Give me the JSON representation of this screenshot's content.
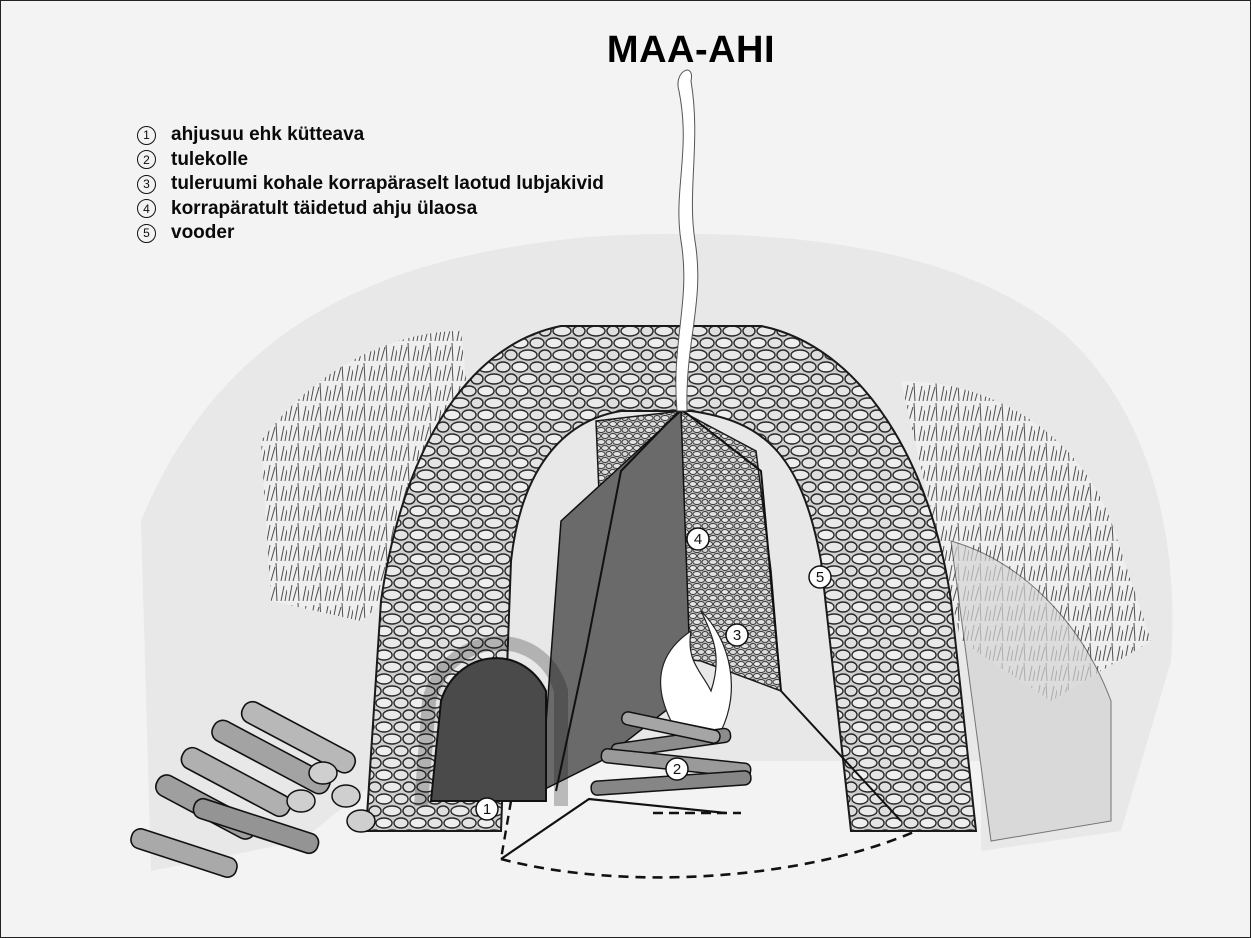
{
  "title": "MAA-AHI",
  "legend": [
    {
      "num": "1",
      "label": "ahjusuu ehk kütteava"
    },
    {
      "num": "2",
      "label": "tulekolle"
    },
    {
      "num": "3",
      "label": "tuleruumi kohale korrapäraselt laotud lubjakivid"
    },
    {
      "num": "4",
      "label": "korrapäratult täidetud ahju ülaosa"
    },
    {
      "num": "5",
      "label": "vooder"
    }
  ],
  "callouts": [
    "1",
    "2",
    "3",
    "4",
    "5"
  ],
  "colors": {
    "background": "#f3f3f3",
    "ink": "#1a1a1a",
    "stone": "#d9d9d9"
  }
}
